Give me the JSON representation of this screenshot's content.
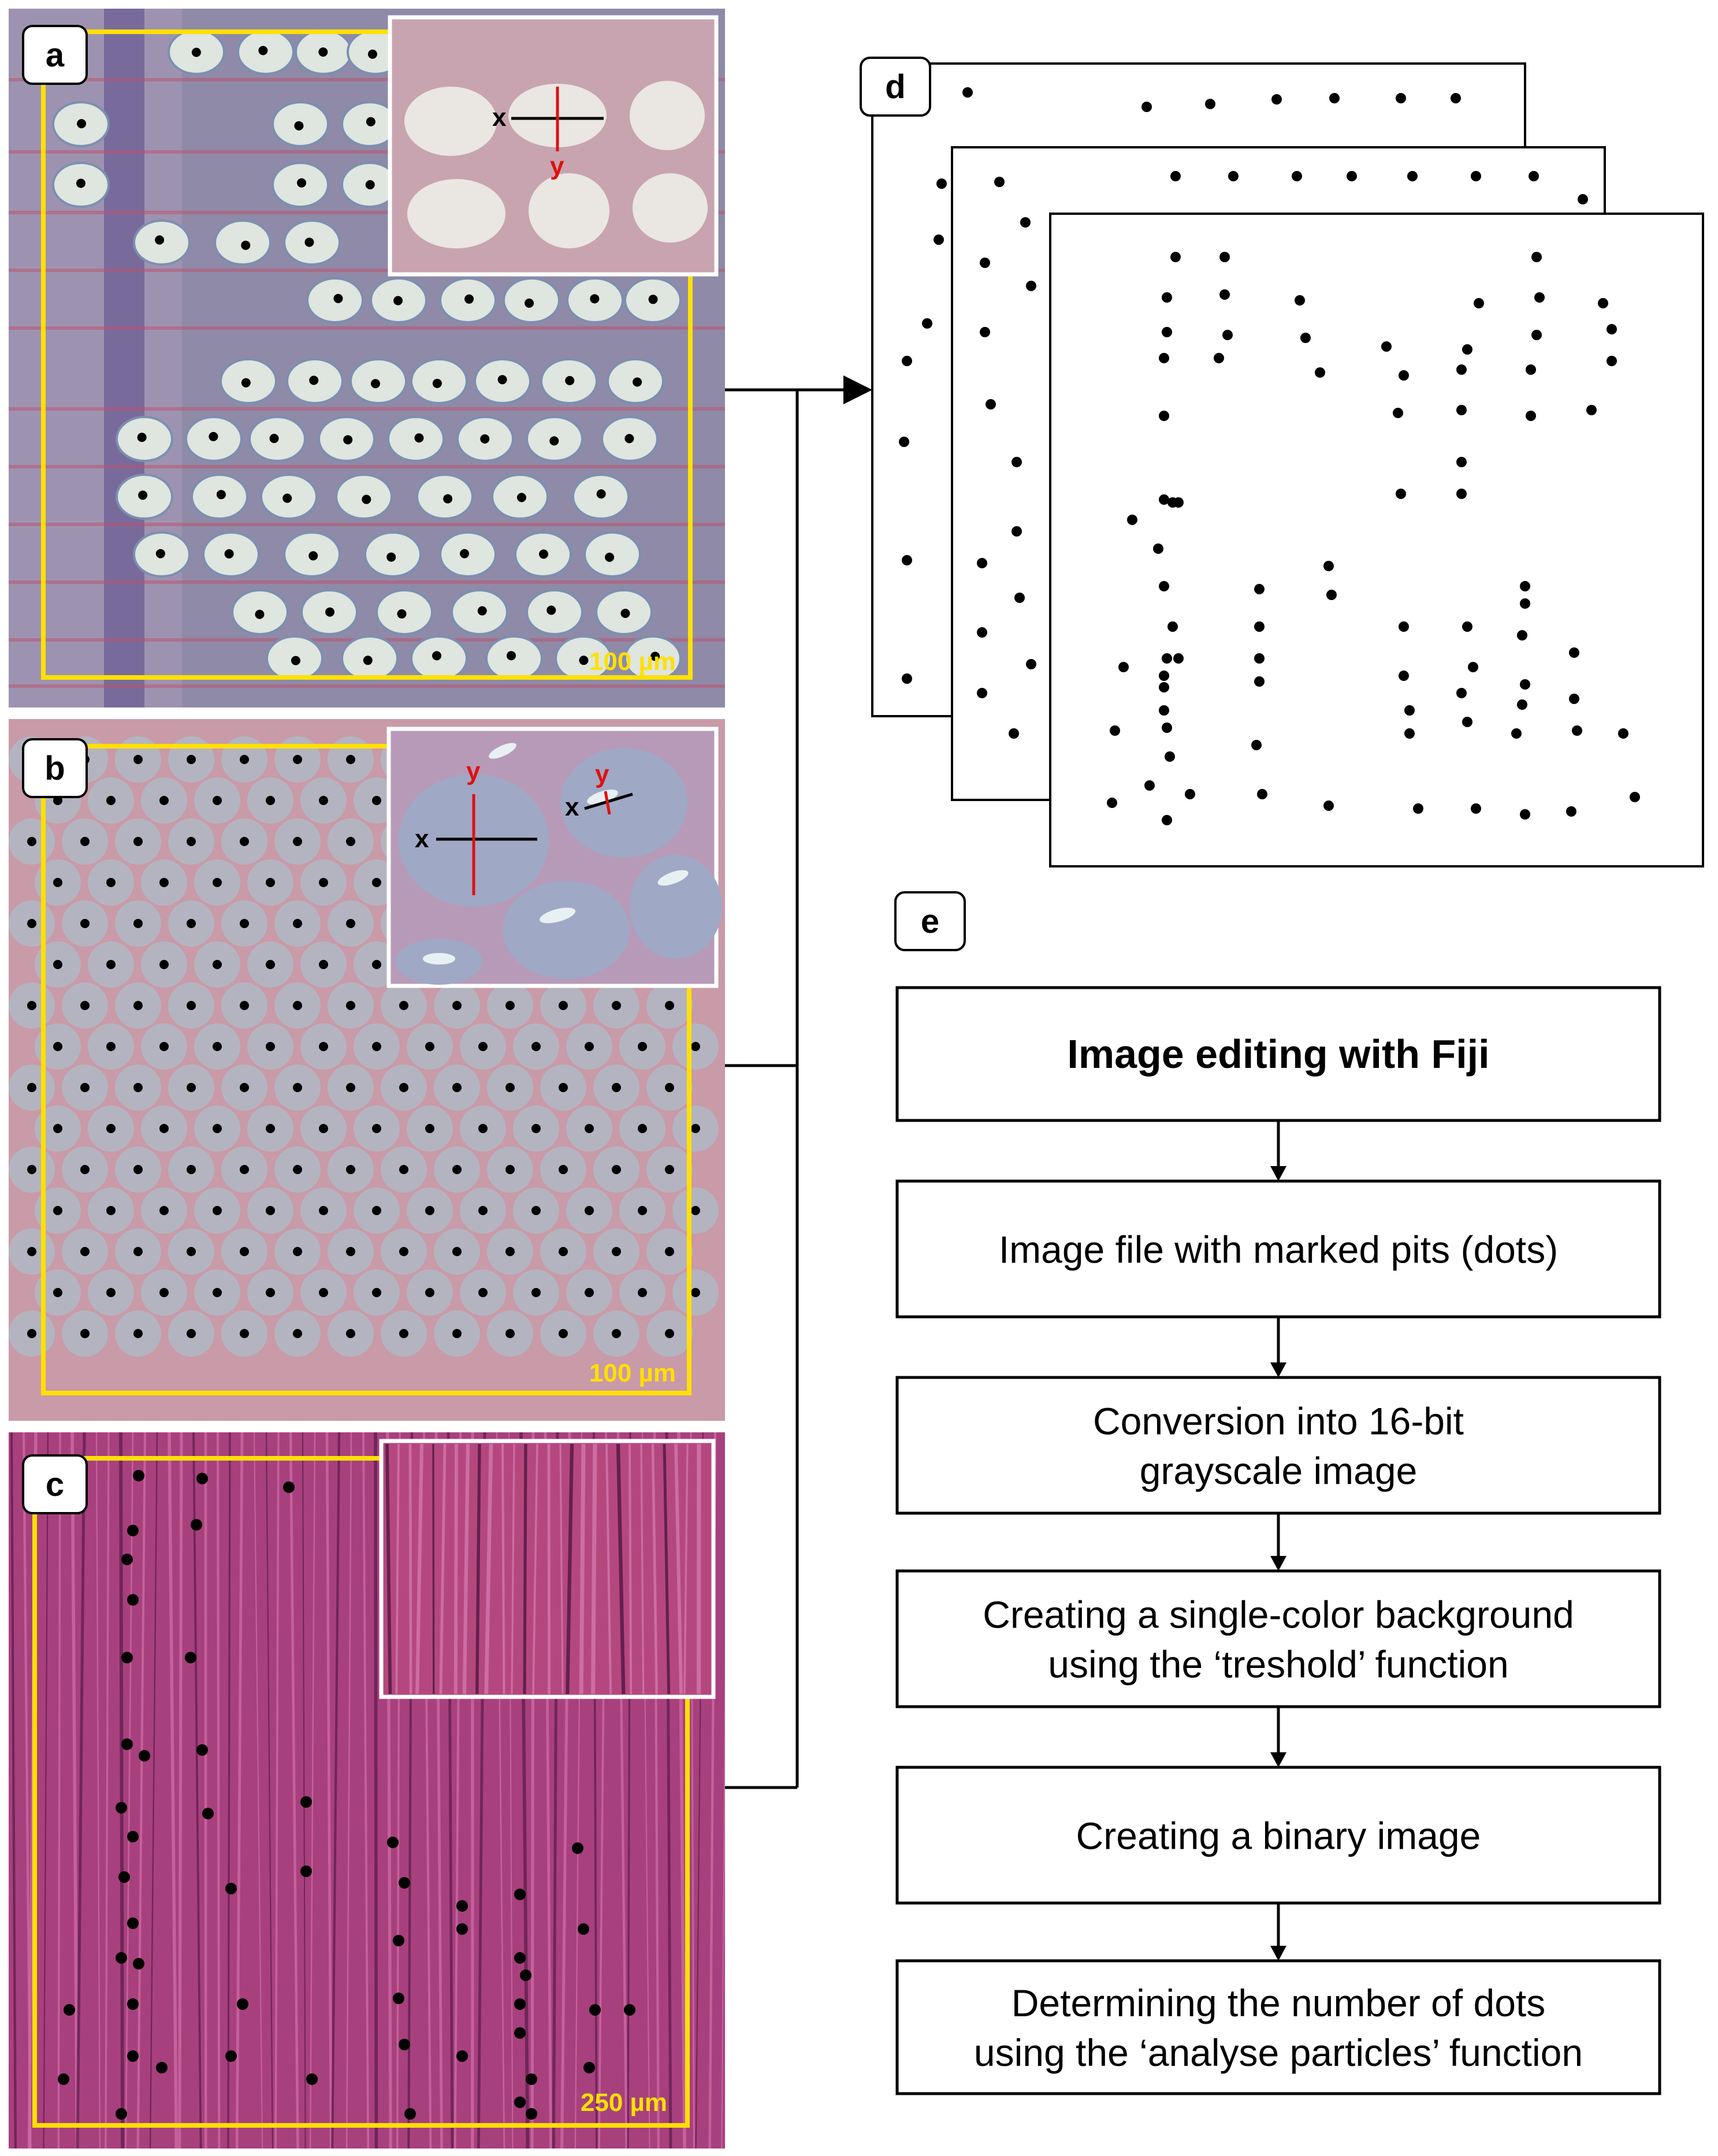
{
  "panels": {
    "a": {
      "label": "a",
      "scale": "100 µm",
      "inset_x": "x",
      "inset_y": "y"
    },
    "b": {
      "label": "b",
      "scale": "100 µm",
      "inset_x": "x",
      "inset_y": "y",
      "inset_x2": "x",
      "inset_y2": "y"
    },
    "c": {
      "label": "c",
      "scale": "250 µm"
    },
    "d": {
      "label": "d"
    },
    "e": {
      "label": "e"
    }
  },
  "flow": {
    "steps": [
      {
        "lines": [
          "Image editing with Fiji"
        ],
        "bold": true
      },
      {
        "lines": [
          "Image file with marked pits (dots)"
        ]
      },
      {
        "lines": [
          "Conversion into 16-bit",
          "grayscale image"
        ]
      },
      {
        "lines": [
          "Creating a single-color background",
          "using the ‘treshold’ function"
        ]
      },
      {
        "lines": [
          "Creating a binary image"
        ]
      },
      {
        "lines": [
          "Determining the number of dots",
          "using the ‘analyse particles’ function"
        ]
      }
    ]
  },
  "colors": {
    "frame": "#ffe000",
    "axis_y": "#e01010",
    "panel_a_bg": "#8f8aa8",
    "panel_b_bg": "#c99aa8",
    "panel_c_bg": "#a8407e",
    "pit": "#dfe5df"
  }
}
